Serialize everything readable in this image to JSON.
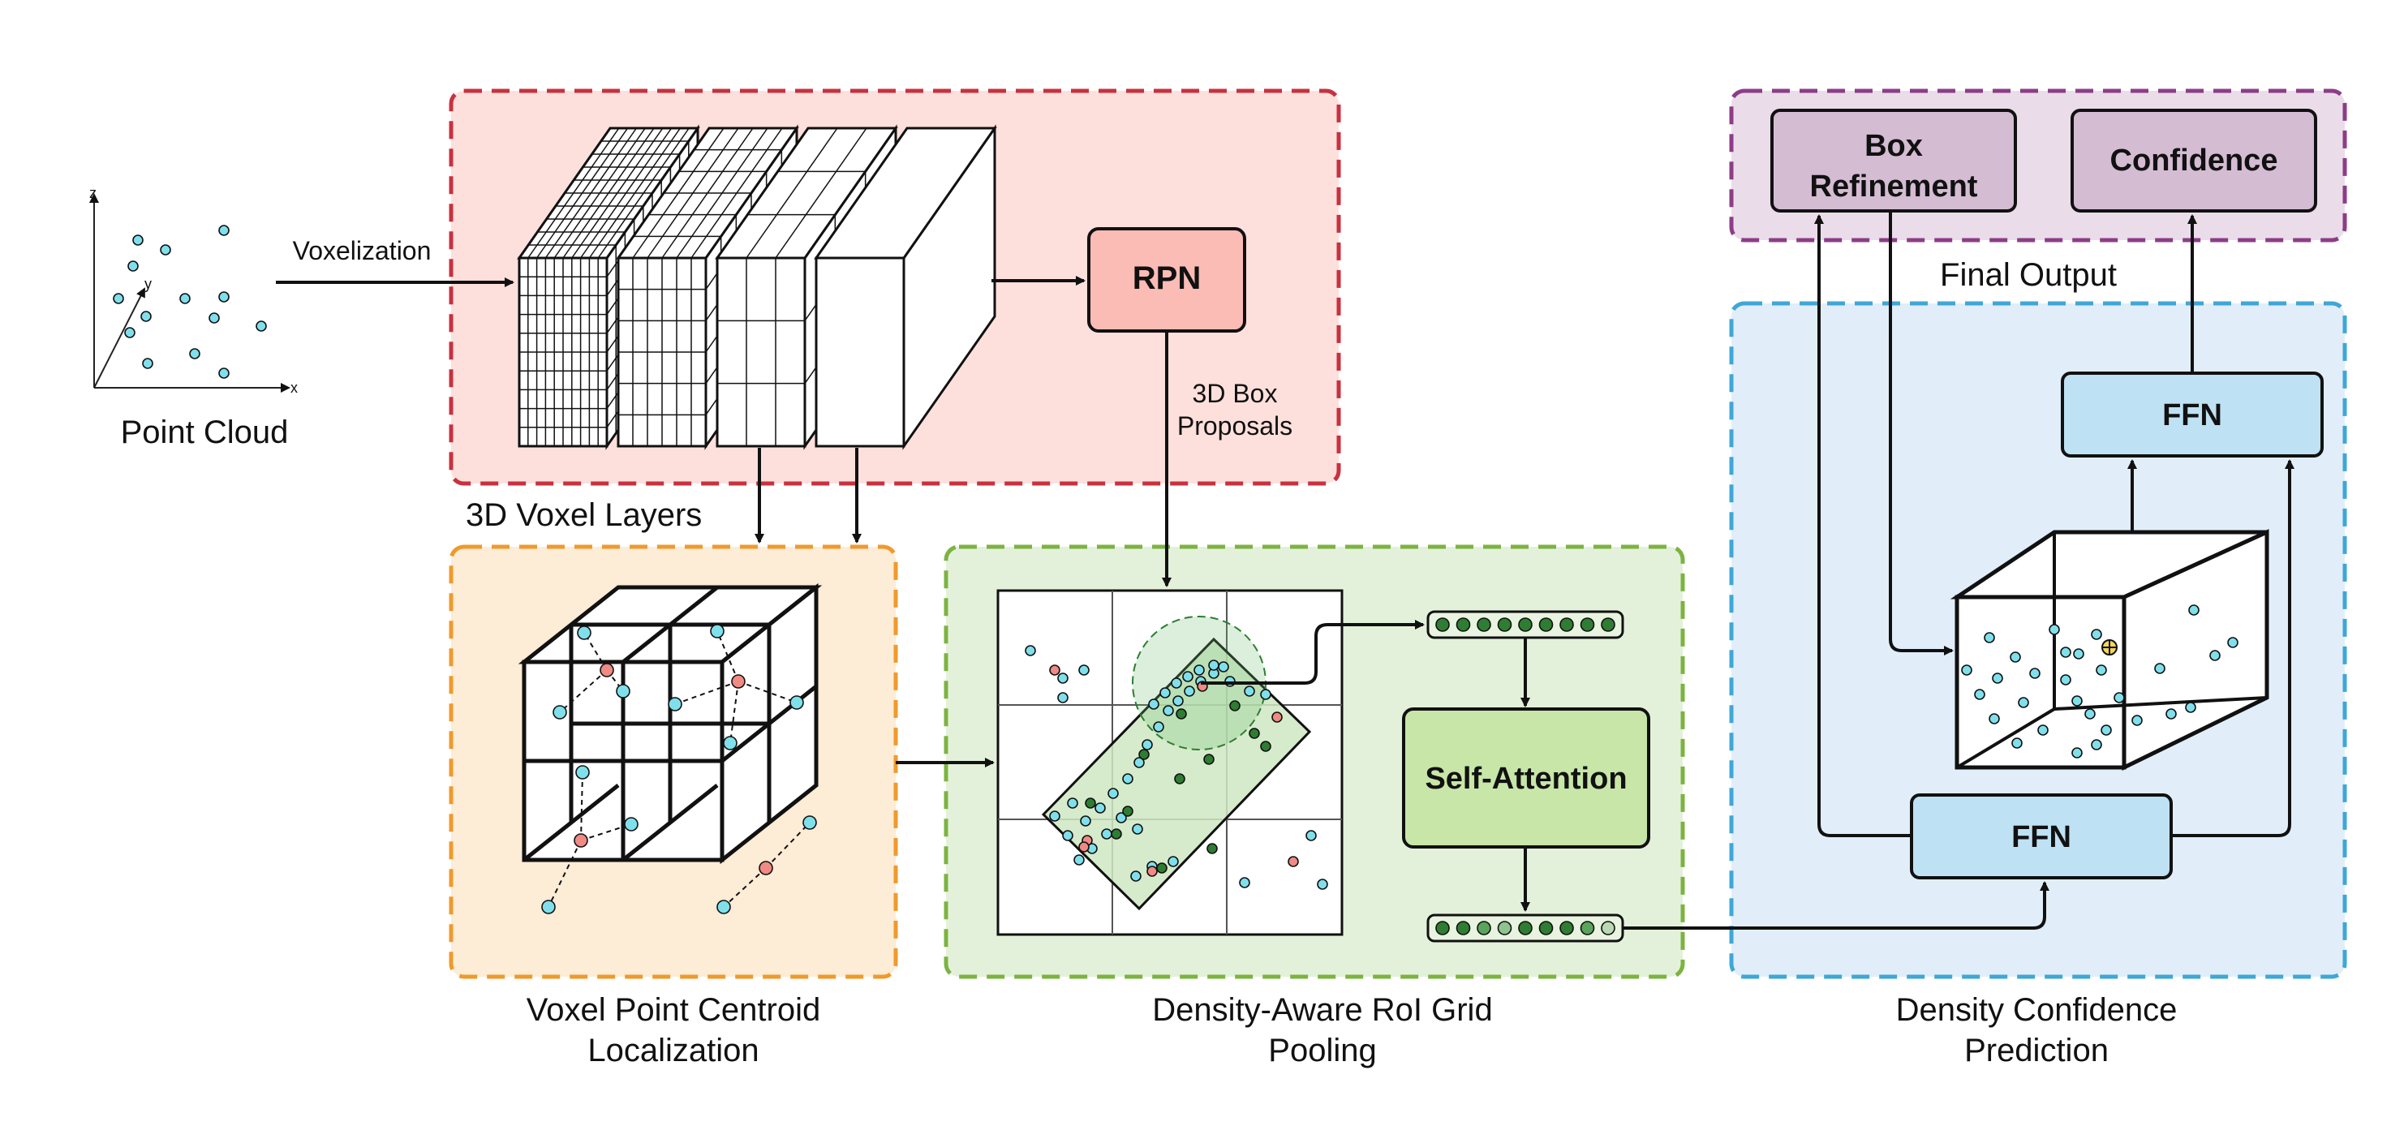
{
  "point_cloud": {
    "label": "Point Cloud",
    "axis_x": "x",
    "axis_y": "y",
    "axis_z": "z"
  },
  "voxelization_label": "Voxelization",
  "voxel_layers_label": "3D Voxel Layers",
  "rpn_label": "RPN",
  "proposals_label_line1": "3D Box",
  "proposals_label_line2": "Proposals",
  "centroid_panel": {
    "label_line1": "Voxel Point Centroid",
    "label_line2": "Localization"
  },
  "roi_panel": {
    "label_line1": "Density-Aware RoI Grid",
    "label_line2": "Pooling",
    "self_attention_label": "Self-Attention"
  },
  "density_panel": {
    "label_line1": "Density Confidence",
    "label_line2": "Prediction",
    "ffn_top_label": "FFN",
    "ffn_bottom_label": "FFN"
  },
  "final_output": {
    "label": "Final Output",
    "box_refinement_line1": "Box",
    "box_refinement_line2": "Refinement",
    "confidence_label": "Confidence"
  },
  "colors": {
    "red_panel_fill": "#fde0dc",
    "red_panel_stroke": "#c8313f",
    "orange_panel_fill": "#fdecd6",
    "orange_panel_stroke": "#ef9a2c",
    "green_panel_fill": "#e4f1da",
    "green_panel_stroke": "#7cb342",
    "blue_panel_fill": "#e1eefa",
    "blue_panel_stroke": "#3fa7d6",
    "purple_panel_fill": "#eadde9",
    "purple_panel_stroke": "#8d3d88",
    "rpn_fill": "#fbbcb5",
    "box_fill": "#d4bcd3",
    "ffn_fill": "#bfe1f4",
    "self_attention_fill": "#c7e6a8",
    "point_cyan": "#7fe0ec",
    "point_red": "#f08a84",
    "point_green": "#2e7d32"
  }
}
